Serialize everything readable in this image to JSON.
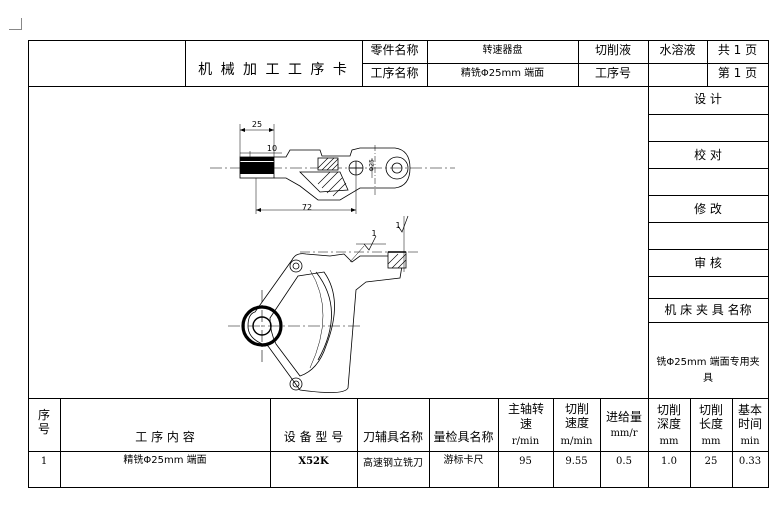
{
  "header": {
    "title": "机 械 加 工 工 序 卡",
    "part_name_label": "零件名称",
    "part_name_value": "转速器盘",
    "cutting_fluid_label": "切削液",
    "cutting_fluid_value": "水溶液",
    "total_pages": "共 1 页",
    "process_name_label": "工序名称",
    "process_name_value": "精铣Φ25mm 端面",
    "process_no_label": "工序号",
    "page_no": "第 1 页"
  },
  "sidebar": {
    "design": "设  计",
    "proofread": "校  对",
    "revise": "修  改",
    "review": "审  核",
    "fixture_label": "机 床 夹 具 名称",
    "fixture_value": "铣Φ25mm 端面专用夹具"
  },
  "drawing": {
    "dim_25": "25",
    "dim_10": "10",
    "dim_72": "72",
    "dim_phi": "Φ25",
    "rough_1a": "1",
    "rough_1b": "1"
  },
  "table": {
    "headers": {
      "seq": "序号",
      "content": "工  序  内  容",
      "equipment": "设 备 型 号",
      "tooling": "刀辅具名称",
      "gauge": "量检具名称",
      "spindle": "主轴转速",
      "spindle_unit": "r/min",
      "cut_speed": "切削速度",
      "cut_speed_unit": "m/min",
      "feed": "进给量",
      "feed_unit": "mm/r",
      "depth": "切削深度",
      "depth_unit": "mm",
      "length": "切削长度",
      "length_unit": "mm",
      "time": "基本时间",
      "time_unit": "min"
    },
    "rows": [
      {
        "seq": "1",
        "content": "精铣Φ25mm 端面",
        "equipment": "X52K",
        "tooling": "高速钢立铣刀",
        "gauge": "游标卡尺",
        "spindle": "95",
        "cut_speed": "9.55",
        "feed": "0.5",
        "depth": "1.0",
        "length": "25",
        "time": "0.33"
      }
    ]
  }
}
